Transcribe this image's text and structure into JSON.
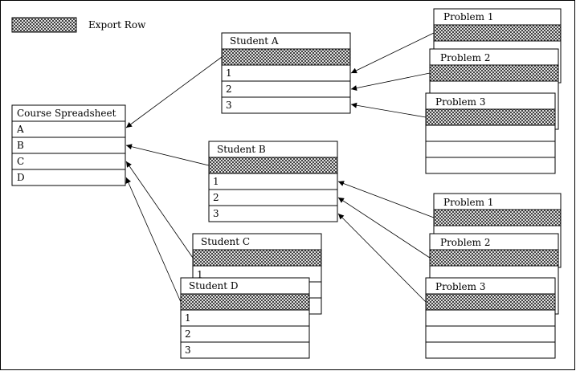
{
  "legend": {
    "label": "Export Row"
  },
  "course": {
    "title": "Course Spreadsheet",
    "rows": [
      "A",
      "B",
      "C",
      "D"
    ]
  },
  "students": [
    {
      "title": "Student A",
      "rows": [
        "1",
        "2",
        "3"
      ]
    },
    {
      "title": "Student B",
      "rows": [
        "1",
        "2",
        "3"
      ]
    },
    {
      "title": "Student C",
      "rows": [
        "1"
      ]
    },
    {
      "title": "Student D",
      "rows": [
        "1",
        "2",
        "3"
      ]
    }
  ],
  "problems_top": [
    {
      "title": "Problem 1"
    },
    {
      "title": "Problem 2"
    },
    {
      "title": "Problem 3"
    }
  ],
  "problems_bottom": [
    {
      "title": "Problem 1"
    },
    {
      "title": "Problem 2"
    },
    {
      "title": "Problem 3"
    }
  ]
}
